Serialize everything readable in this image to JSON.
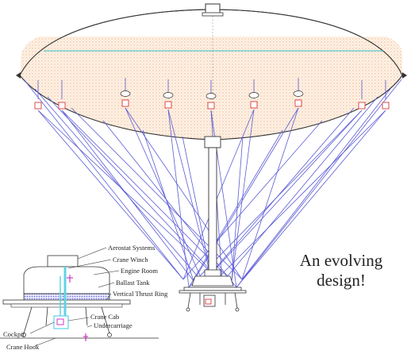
{
  "tagline": {
    "line1": "An evolving",
    "line2": "design!"
  },
  "inset_labels": {
    "aerostat_systems": "Aerostat Systems",
    "crane_winch": "Crane Winch",
    "engine_room": "Engine Room",
    "ballast_tank": "Ballast Tank",
    "vertical_thrust_ring": "Vertical Thrust Ring",
    "crane_cab": "Crane Cab",
    "undercarriage": "Undercarriage",
    "cockpit": "Cockpit",
    "crane_hook": "Crane Hook"
  },
  "colors": {
    "outline": "#333333",
    "rigging": "#5b5bd6",
    "waterline": "#36c3cf",
    "attachment": "#e24a4a",
    "ballast_fill": "#6f6fe0",
    "cable": "#5fd3e6",
    "magenta": "#d23ac8"
  }
}
